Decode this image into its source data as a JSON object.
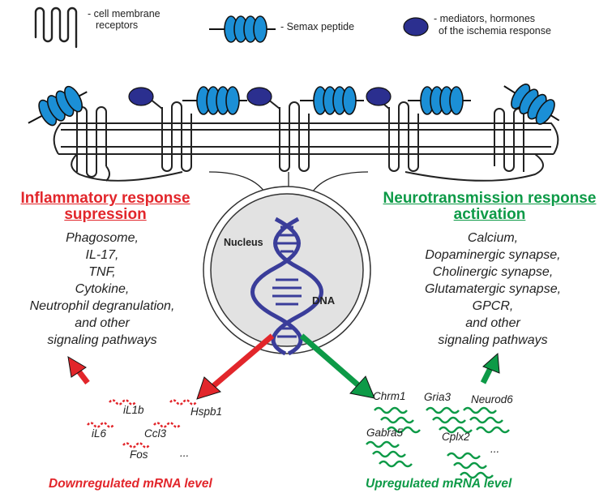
{
  "legend": {
    "receptor_line1": "- cell membrane",
    "receptor_line2": "receptors",
    "semax": "- Semax peptide",
    "mediator_line1": "- mediators, hormones",
    "mediator_line2": "of the ischemia response"
  },
  "nucleus": {
    "label": "Nucleus",
    "dna_label": "DNA"
  },
  "left_panel": {
    "title_line1": "Inflammatory response",
    "title_line2": "supression",
    "pathways": [
      "Phagosome,",
      "IL-17,",
      "TNF,",
      "Cytokine,",
      "Neutrophil degranulation,",
      "and other",
      "signaling pathways"
    ]
  },
  "right_panel": {
    "title_line1": "Neurotransmission response",
    "title_line2": "activation",
    "pathways": [
      "Calcium,",
      "Dopaminergic synapse,",
      "Cholinergic synapse,",
      "Glutamatergic synapse,",
      "GPCR,",
      "and other",
      "signaling pathways"
    ]
  },
  "downregulated_genes": [
    "iL1b",
    "Hspb1",
    "iL6",
    "Ccl3",
    "Fos",
    "..."
  ],
  "upregulated_genes": [
    "Chrm1",
    "Gria3",
    "Neurod6",
    "Gabra5",
    "Cplx2",
    "..."
  ],
  "footer": {
    "down": "Downregulated mRNA level",
    "up": "Upregulated mRNA level"
  },
  "colors": {
    "peptide": "#1b8fd6",
    "mediator": "#2b2f8f",
    "dna": "#3a3d9a",
    "red": "#e2262b",
    "green": "#0d9a47",
    "nucleus_fill": "#e2e2e2"
  }
}
